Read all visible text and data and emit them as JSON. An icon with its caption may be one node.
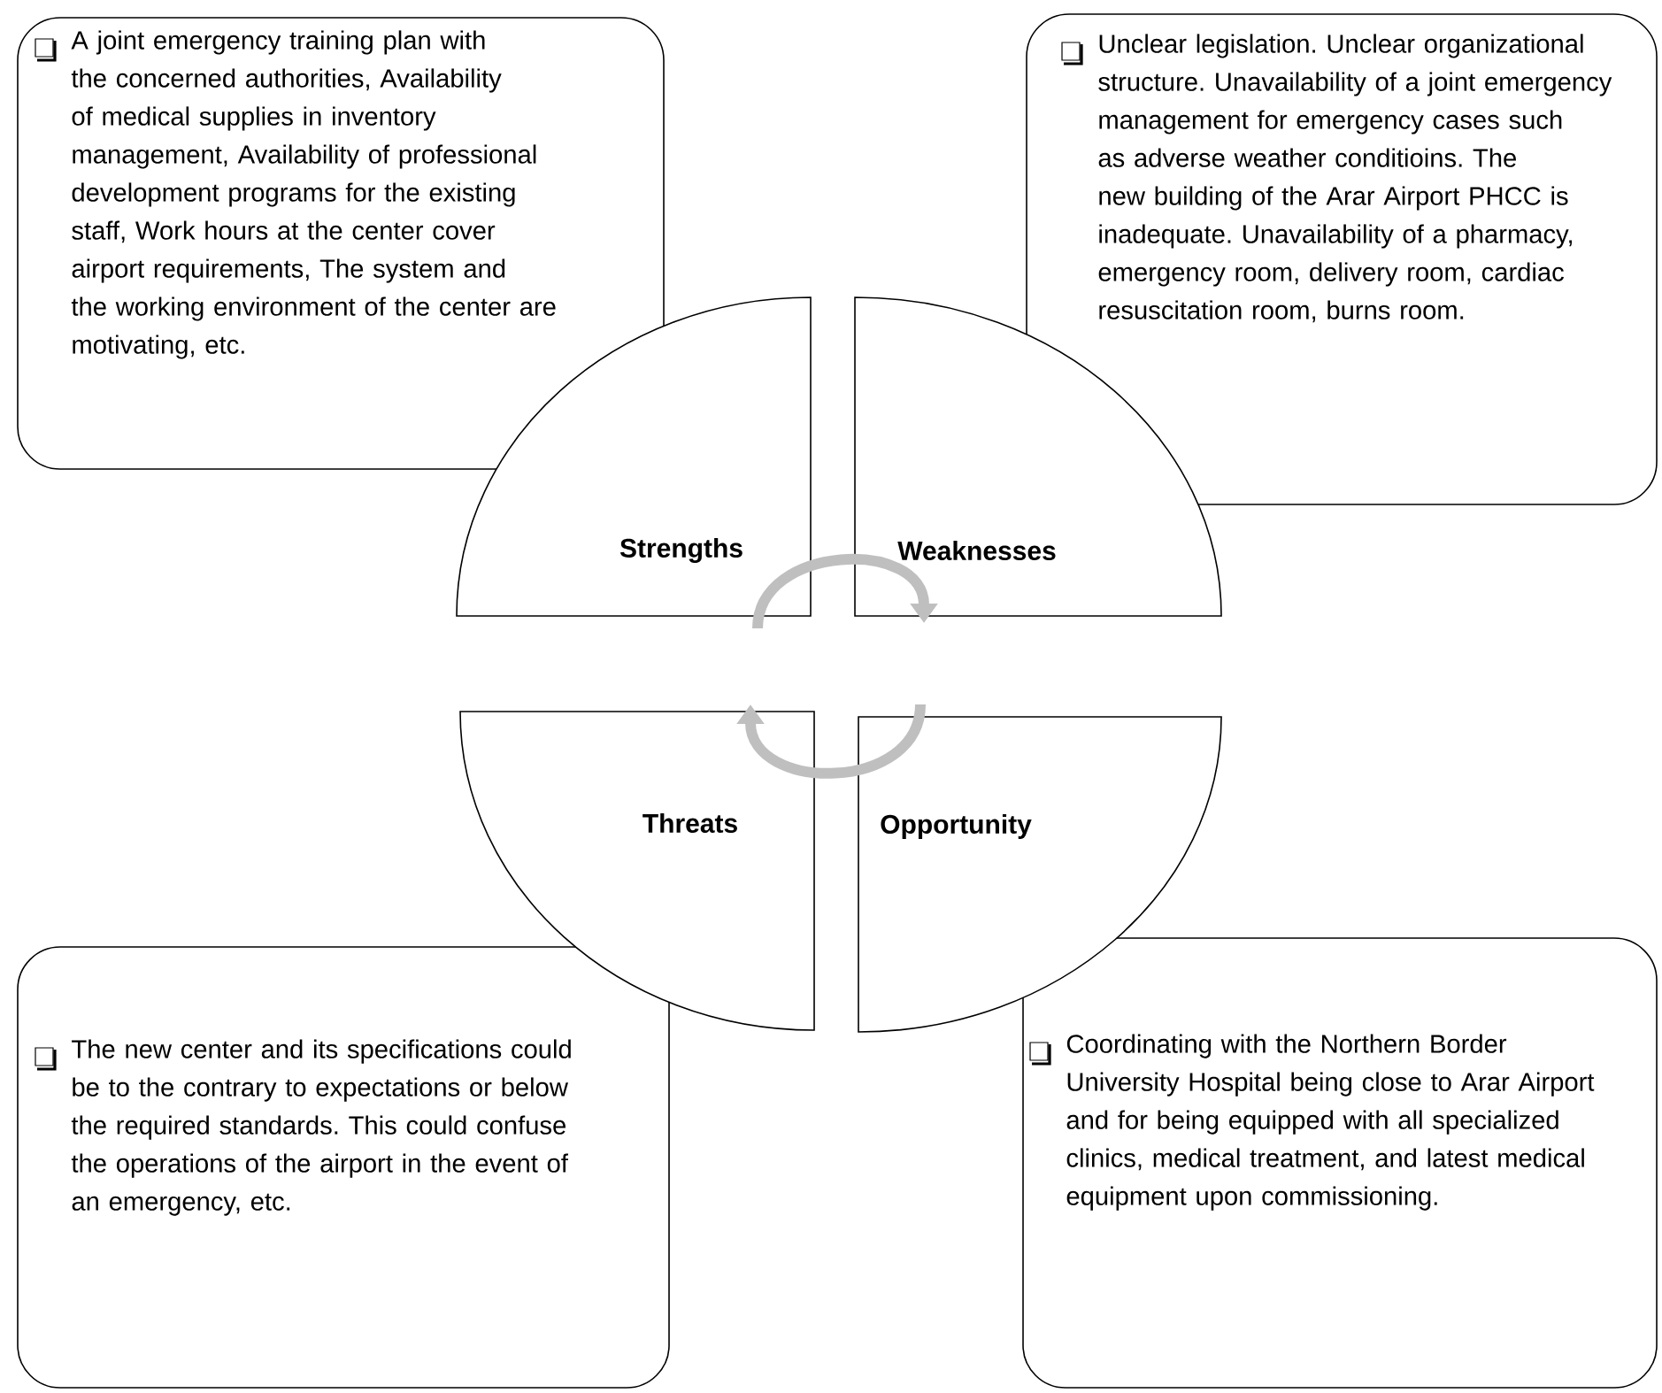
{
  "diagram": {
    "nodes": [
      {
        "text": [
          "A joint emergency training plan with the concerned authorities, Availability of medical supplies in inventory management, Availability of professional development programs for the existing staff, Work hours at the center cover airport requirements, The system and the working environment of the center are motivating, etc."
        ]
      },
      {
        "text": [
          "Unclear legislation. Unclear organizational structure. Unavailability of a joint emergency management for emergency cases such as adverse weather conditioins. The new building of the Arar Airport PHCC is inadequate. Unavailability of a pharmacy, emergency room, delivery room, cardiac resuscitation room, burns room."
        ]
      },
      {
        "text": [
          "Strengths"
        ]
      },
      {
        "text": [
          "Weaknesses"
        ]
      },
      {
        "text": [
          "Threats"
        ]
      },
      {
        "text": [
          "Opportunity"
        ]
      },
      {
        "text": [
          "The new center and its specifications could be to the contrary to expectations or below the required standards. This could confuse the operations of the airport in the event of an emergency, etc."
        ]
      },
      {
        "text": [
          "Coordinating with the Northern Border University Hospital being close to Arar Airport and for being equipped with all specialized clinics, medical treatment, and latest medical equipment upon commissioning."
        ]
      }
    ],
    "edges": [
      {
        "from": 2,
        "to": 3,
        "arrow": "to",
        "color": "#bfbfbf"
      },
      {
        "from": 5,
        "to": 4,
        "arrow": "to",
        "color": "#bfbfbf"
      }
    ]
  }
}
